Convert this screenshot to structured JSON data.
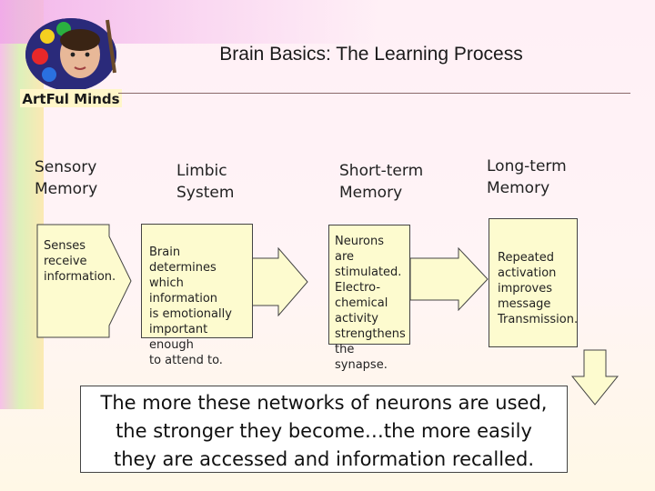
{
  "title": "Brain Basics: The Learning Process",
  "logo": {
    "text": "ArtFul Minds",
    "icon": "painter-palette-logo"
  },
  "stages": [
    {
      "label": "Sensory\nMemory",
      "description": "Senses\nreceive\ninformation."
    },
    {
      "label": "Limbic\nSystem",
      "description": "Brain determines\nwhich information\nis emotionally\nimportant enough\nto attend to."
    },
    {
      "label": "Short-term\nMemory",
      "description": "Neurons are\nstimulated.\nElectro-\nchemical\nactivity\nstrengthens\nthe synapse."
    },
    {
      "label": "Long-term\nMemory",
      "description": "Repeated\nactivation\nimproves\nmessage\nTransmission."
    }
  ],
  "summary": "The more these networks of neurons are used,\nthe stronger they become…the more easily\nthey are accessed and information recalled.",
  "colors": {
    "box_fill": "#fdfbcf",
    "arrow_fill": "#fdfbcf",
    "outline": "#444444"
  }
}
